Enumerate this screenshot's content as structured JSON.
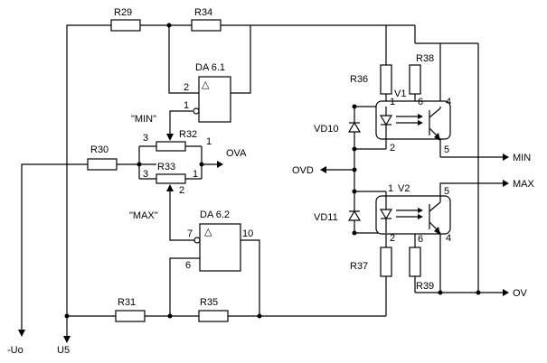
{
  "labels": {
    "R29": "R29",
    "R34": "R34",
    "R30": "R30",
    "R31": "R31",
    "R35": "R35",
    "R32": "R32",
    "R33": "R33",
    "R36": "R36",
    "R37": "R37",
    "R38": "R38",
    "R39": "R39",
    "DA61": "DA 6.1",
    "DA62": "DA 6.2",
    "VD10": "VD10",
    "VD11": "VD11",
    "V1": "V1",
    "V2": "V2"
  },
  "signals": {
    "MIN_ctrl": "\"MIN\"",
    "MAX_ctrl": "\"MAX\"",
    "OVA": "OVA",
    "OVD": "OVD",
    "MIN": "MIN",
    "MAX": "MAX",
    "OV": "OV",
    "Uo": "-Uo",
    "U5": "U5"
  },
  "pins": {
    "da61_in2": "2",
    "da61_in1": "1",
    "da62_in7": "7",
    "da62_in6": "6",
    "da62_out10": "10",
    "r32_3": "3",
    "r32_1": "1",
    "r33_3": "3",
    "r33_1": "1",
    "r33_2": "2",
    "v1_1": "1",
    "v1_2": "2",
    "v1_4": "4",
    "v1_5": "5",
    "v1_6": "6",
    "v2_1": "1",
    "v2_2": "2",
    "v2_4": "4",
    "v2_5": "5",
    "v2_6": "6"
  },
  "symbols": {
    "opamp": "△"
  }
}
